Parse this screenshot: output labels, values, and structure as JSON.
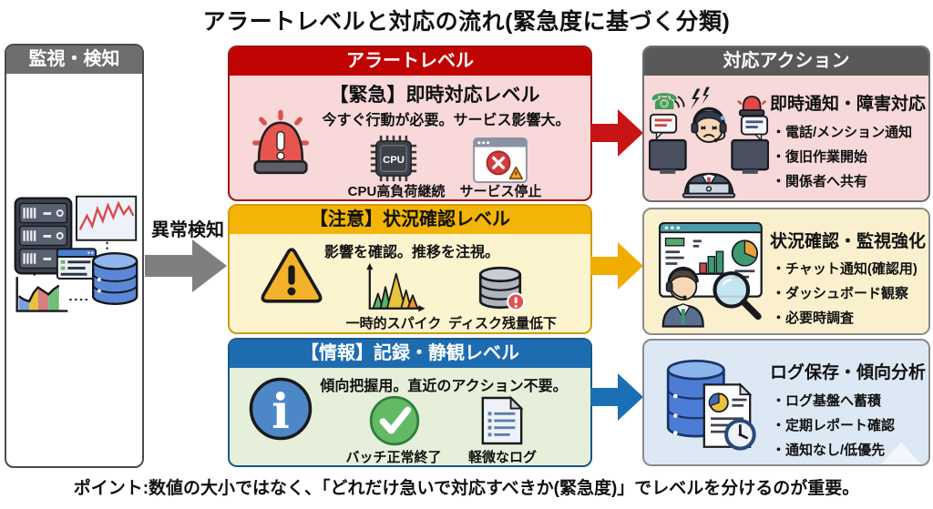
{
  "title": "アラートレベルと対応の流れ(緊急度に基づく分類)",
  "monitoring_panel": {
    "header": "監視・検知"
  },
  "flow": {
    "detection_label": "異常検知"
  },
  "alert_column": {
    "header": "アラートレベル",
    "levels": [
      {
        "name": "urgent",
        "title": "【緊急】即時対応レベル",
        "description": "今すぐ行動が必要。サービス影響大。",
        "examples": [
          {
            "icon": "cpu-chip-icon",
            "chip_label": "CPU",
            "label": "CPU高負荷継続"
          },
          {
            "icon": "service-stop-icon",
            "label": "サービス停止"
          }
        ]
      },
      {
        "name": "caution",
        "title": "【注意】状況確認レベル",
        "description": "影響を確認。推移を注視。",
        "examples": [
          {
            "icon": "spike-chart-icon",
            "label": "一時的スパイク"
          },
          {
            "icon": "disk-low-icon",
            "label": "ディスク残量低下"
          }
        ]
      },
      {
        "name": "info",
        "title": "【情報】記録・静観レベル",
        "description": "傾向把握用。直近のアクション不要。",
        "examples": [
          {
            "icon": "check-circle-icon",
            "label": "バッチ正常終了"
          },
          {
            "icon": "log-document-icon",
            "label": "軽微なログ"
          }
        ]
      }
    ]
  },
  "action_column": {
    "header": "対応アクション",
    "actions": [
      {
        "icon": "incident-operator-icon",
        "title": "即時通知・障害対応",
        "bullets": [
          "・電話/メンション通知",
          "・復旧作業開始",
          "・関係者へ共有"
        ]
      },
      {
        "icon": "dashboard-watch-icon",
        "title": "状況確認・監視強化",
        "bullets": [
          "・チャット通知(確認用)",
          "・ダッシュボード観察",
          "・必要時調査"
        ]
      },
      {
        "icon": "log-analysis-icon",
        "title": "ログ保存・傾向分析",
        "bullets": [
          "・ログ基盤へ蓄積",
          "・定期レポート確認",
          "・通知なし/低優先"
        ]
      }
    ]
  },
  "footer_note": "ポイント:数値の大小ではなく、「どれだけ急いで対応すべきか(緊急度)」でレベルを分けるのが重要。",
  "icons": {
    "phone_glyph": "☎"
  },
  "colors": {
    "urgent_header": "#c00404",
    "urgent_bg": "#f8d8d8",
    "urgent_border": "#9e1212",
    "caution_header": "#f2b406",
    "caution_bg": "#fcf3cf",
    "caution_border": "#d19a06",
    "info_header": "#1e6cb0",
    "info_bg": "#e5efda",
    "info_border": "#16588c",
    "monitor_header_gray": "#6e6e6e",
    "action_header_gray": "#595959",
    "action_urgent_bg": "#f7d9d9",
    "action_caution_bg": "#fbf0cd",
    "action_info_bg": "#dce8f4",
    "arrow_gray": "#7f7f7f",
    "arrow_red": "#c81414",
    "arrow_amber": "#f0ad00",
    "arrow_blue": "#1a6fb5"
  }
}
